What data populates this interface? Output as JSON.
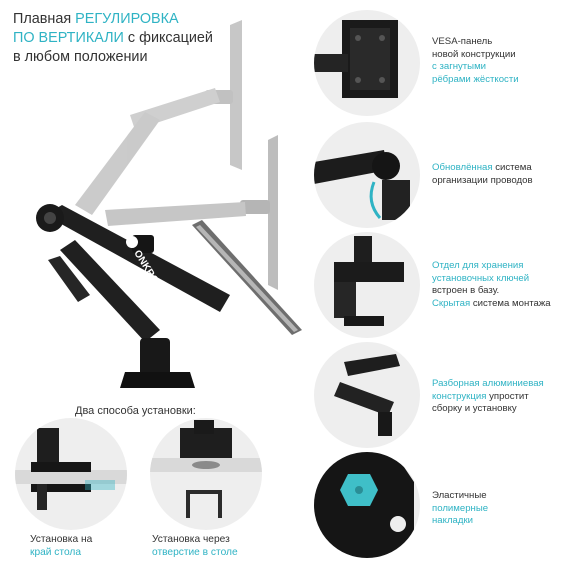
{
  "headline": {
    "line1_plain": "Плавная ",
    "line1_accent": "РЕГУЛИРОВКА",
    "line2_accent": "ПО ВЕРТИКАЛИ",
    "line2_plain": " с фиксацией",
    "line3_plain": "в любом положении"
  },
  "brand_logo": "ONKRON",
  "installation": {
    "title": "Два способа установки:",
    "clamp": {
      "line1": "Установка на",
      "line2_accent": "край стола"
    },
    "grommet": {
      "line1": "Установка через",
      "line2_accent": "отверстие в столе"
    }
  },
  "features": [
    {
      "icon": "vesa-plate-icon",
      "lines": [
        [
          "VESA-панель"
        ],
        [
          "новой конструкции"
        ],
        [
          {
            "accent": "с загнутыми"
          }
        ],
        [
          {
            "accent": "рёбрами жёсткости"
          }
        ]
      ]
    },
    {
      "icon": "cable-management-icon",
      "lines": [
        [
          {
            "accent": "Обновлённая"
          },
          " система"
        ],
        [
          "организации проводов"
        ]
      ]
    },
    {
      "icon": "key-storage-icon",
      "lines": [
        [
          {
            "accent": "Отдел для хранения"
          }
        ],
        [
          {
            "accent": "установочных ключей"
          }
        ],
        [
          "встроен в базу."
        ],
        [
          {
            "accent": "Скрытая"
          },
          " система монтажа"
        ]
      ]
    },
    {
      "icon": "arm-assembly-icon",
      "lines": [
        [
          {
            "accent": "Разборная алюминиевая"
          }
        ],
        [
          {
            "accent": "конструкция"
          },
          " упростит"
        ],
        [
          "сборку и установку"
        ]
      ]
    },
    {
      "icon": "polymer-pad-icon",
      "lines": [
        [
          "Эластичные"
        ],
        [
          {
            "accent": "полимерные"
          }
        ],
        [
          {
            "accent": "накладки"
          }
        ]
      ]
    }
  ],
  "colors": {
    "accent": "#2fb3c4",
    "metal_dark": "#1c1c1c",
    "metal_gray": "#8a8a8a",
    "circle_bg": "#eeeeee"
  }
}
